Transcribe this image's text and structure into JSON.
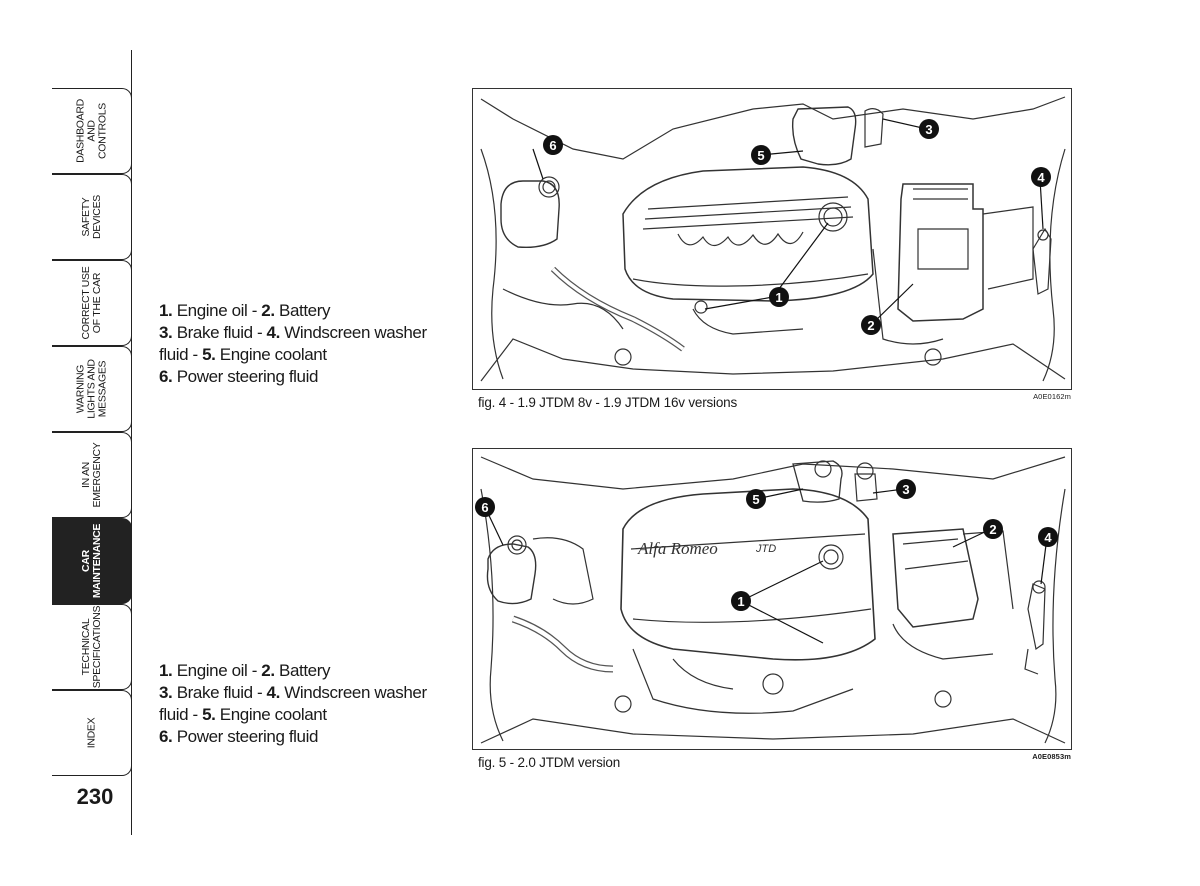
{
  "sidebar": {
    "tabs": [
      {
        "label": "DASHBOARD\nAND\nCONTROLS",
        "active": false
      },
      {
        "label": "SAFETY\nDEVICES",
        "active": false
      },
      {
        "label": "CORRECT USE\nOF THE CAR",
        "active": false
      },
      {
        "label": "WARNING\nLIGHTS AND\nMESSAGES",
        "active": false
      },
      {
        "label": "IN AN\nEMERGENCY",
        "active": false
      },
      {
        "label": "CAR\nMAINTENANCE",
        "active": true
      },
      {
        "label": "TECHNICAL\nSPECIFICATIONS",
        "active": false
      },
      {
        "label": "INDEX",
        "active": false
      }
    ]
  },
  "page_number": "230",
  "blocks": [
    {
      "caption": {
        "n1": "1.",
        "t1": " Engine oil - ",
        "n2": "2.",
        "t2": " Battery",
        "n3": "3.",
        "t3": " Brake fluid - ",
        "n4": "4.",
        "t4": " Windscreen washer",
        "t5a": "fluid - ",
        "n5": "5.",
        "t5": " Engine coolant",
        "n6": "6.",
        "t6": " Power steering fluid"
      },
      "figure_caption": "fig. 4 - 1.9 JTDM 8v - 1.9 JTDM 16v versions",
      "figure_code": "A0E0162m",
      "callouts": [
        "1",
        "2",
        "3",
        "4",
        "5",
        "6"
      ]
    },
    {
      "caption": {
        "n1": "1.",
        "t1": " Engine oil - ",
        "n2": "2.",
        "t2": " Battery",
        "n3": "3.",
        "t3": " Brake fluid - ",
        "n4": "4.",
        "t4": " Windscreen washer",
        "t5a": "fluid - ",
        "n5": "5.",
        "t5": " Engine coolant",
        "n6": "6.",
        "t6": " Power steering fluid"
      },
      "figure_caption": "fig. 5 - 2.0 JTDM version",
      "figure_code": "A0E0853m",
      "engine_cover_text": "Alfa Romeo",
      "engine_cover_badge": "JTD",
      "callouts": [
        "1",
        "2",
        "3",
        "4",
        "5",
        "6"
      ]
    }
  ]
}
